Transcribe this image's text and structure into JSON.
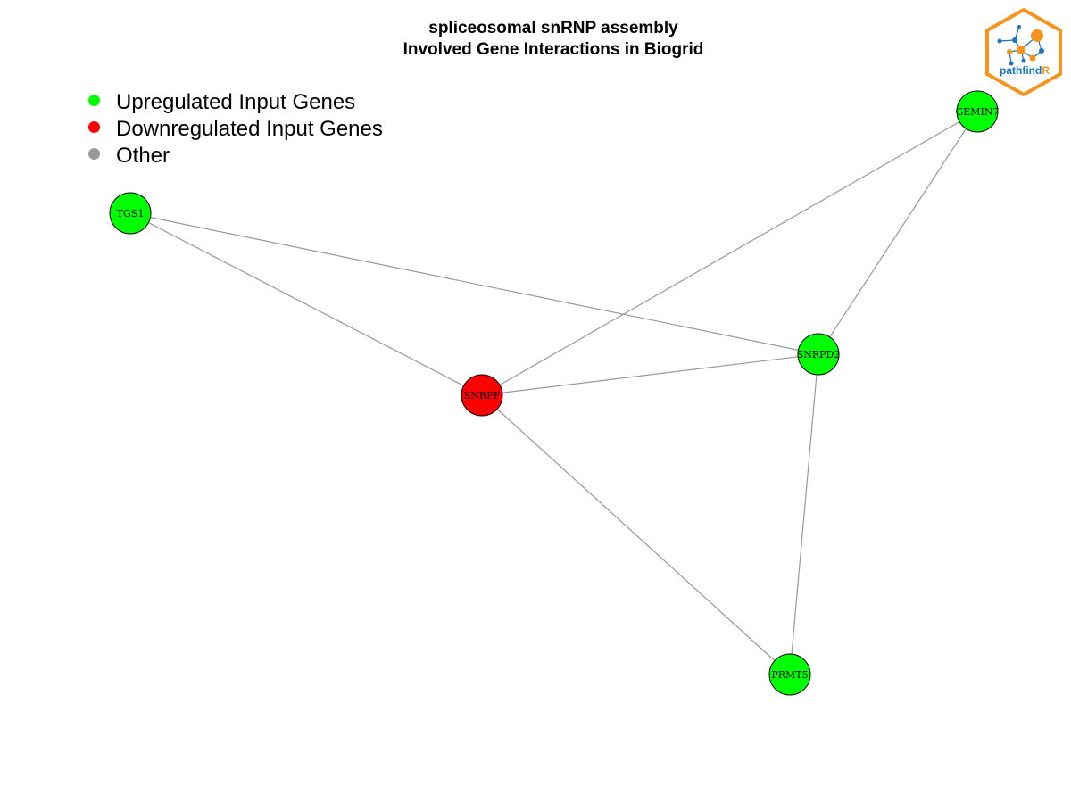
{
  "title": {
    "line1": "spliceosomal snRNP assembly",
    "line2": "Involved Gene Interactions in Biogrid"
  },
  "legend": [
    {
      "label": "Upregulated Input Genes",
      "color": "#00ff00"
    },
    {
      "label": "Downregulated Input Genes",
      "color": "#ff0000"
    },
    {
      "label": "Other",
      "color": "#999999"
    }
  ],
  "colors": {
    "up": "#00ff00",
    "down": "#ff0000",
    "edge": "#999999",
    "logo_orange": "#f7941d",
    "logo_blue": "#1b75bc"
  },
  "nodes": [
    {
      "id": "GEMIN7",
      "label": "GEMIN7",
      "status": "up"
    },
    {
      "id": "TGS1",
      "label": "TGS1",
      "status": "up"
    },
    {
      "id": "SNRPD2",
      "label": "SNRPD2",
      "status": "up"
    },
    {
      "id": "SNRPF",
      "label": "SNRPF",
      "status": "down"
    },
    {
      "id": "PRMT5",
      "label": "PRMT5",
      "status": "up"
    }
  ],
  "edges": [
    [
      "TGS1",
      "SNRPF"
    ],
    [
      "TGS1",
      "SNRPD2"
    ],
    [
      "GEMIN7",
      "SNRPF"
    ],
    [
      "GEMIN7",
      "SNRPD2"
    ],
    [
      "SNRPF",
      "SNRPD2"
    ],
    [
      "SNRPF",
      "PRMT5"
    ],
    [
      "SNRPD2",
      "PRMT5"
    ]
  ],
  "logo": {
    "text_main": "pathfind",
    "text_accent": "R",
    "icon": "network-hexagon-logo"
  }
}
